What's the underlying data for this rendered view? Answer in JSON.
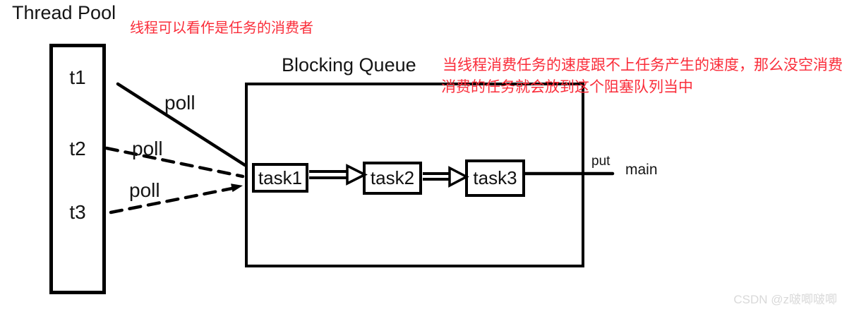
{
  "diagram": {
    "title": "Thread Pool",
    "annotations": {
      "top_red": "线程可以看作是任务的消费者",
      "right_red_line1": "当线程消费任务的速度跟不上任务产生的速度，那么没空消费",
      "right_red_line2": "消费的任务就会放到这个阻塞队列当中"
    },
    "thread_pool": {
      "threads": [
        {
          "label": "t1"
        },
        {
          "label": "t2"
        },
        {
          "label": "t3"
        }
      ]
    },
    "blocking_queue": {
      "title": "Blocking Queue",
      "tasks": [
        {
          "label": "task1"
        },
        {
          "label": "task2"
        },
        {
          "label": "task3"
        }
      ]
    },
    "edges": {
      "poll_labels": [
        "poll",
        "poll",
        "poll"
      ],
      "put_label": "put",
      "main_label": "main"
    },
    "watermark": "CSDN @z啵唧啵唧",
    "colors": {
      "annotation_red": "#fa2d3a",
      "stroke_black": "#000000",
      "watermark_gray": "#d9d9d9"
    }
  }
}
